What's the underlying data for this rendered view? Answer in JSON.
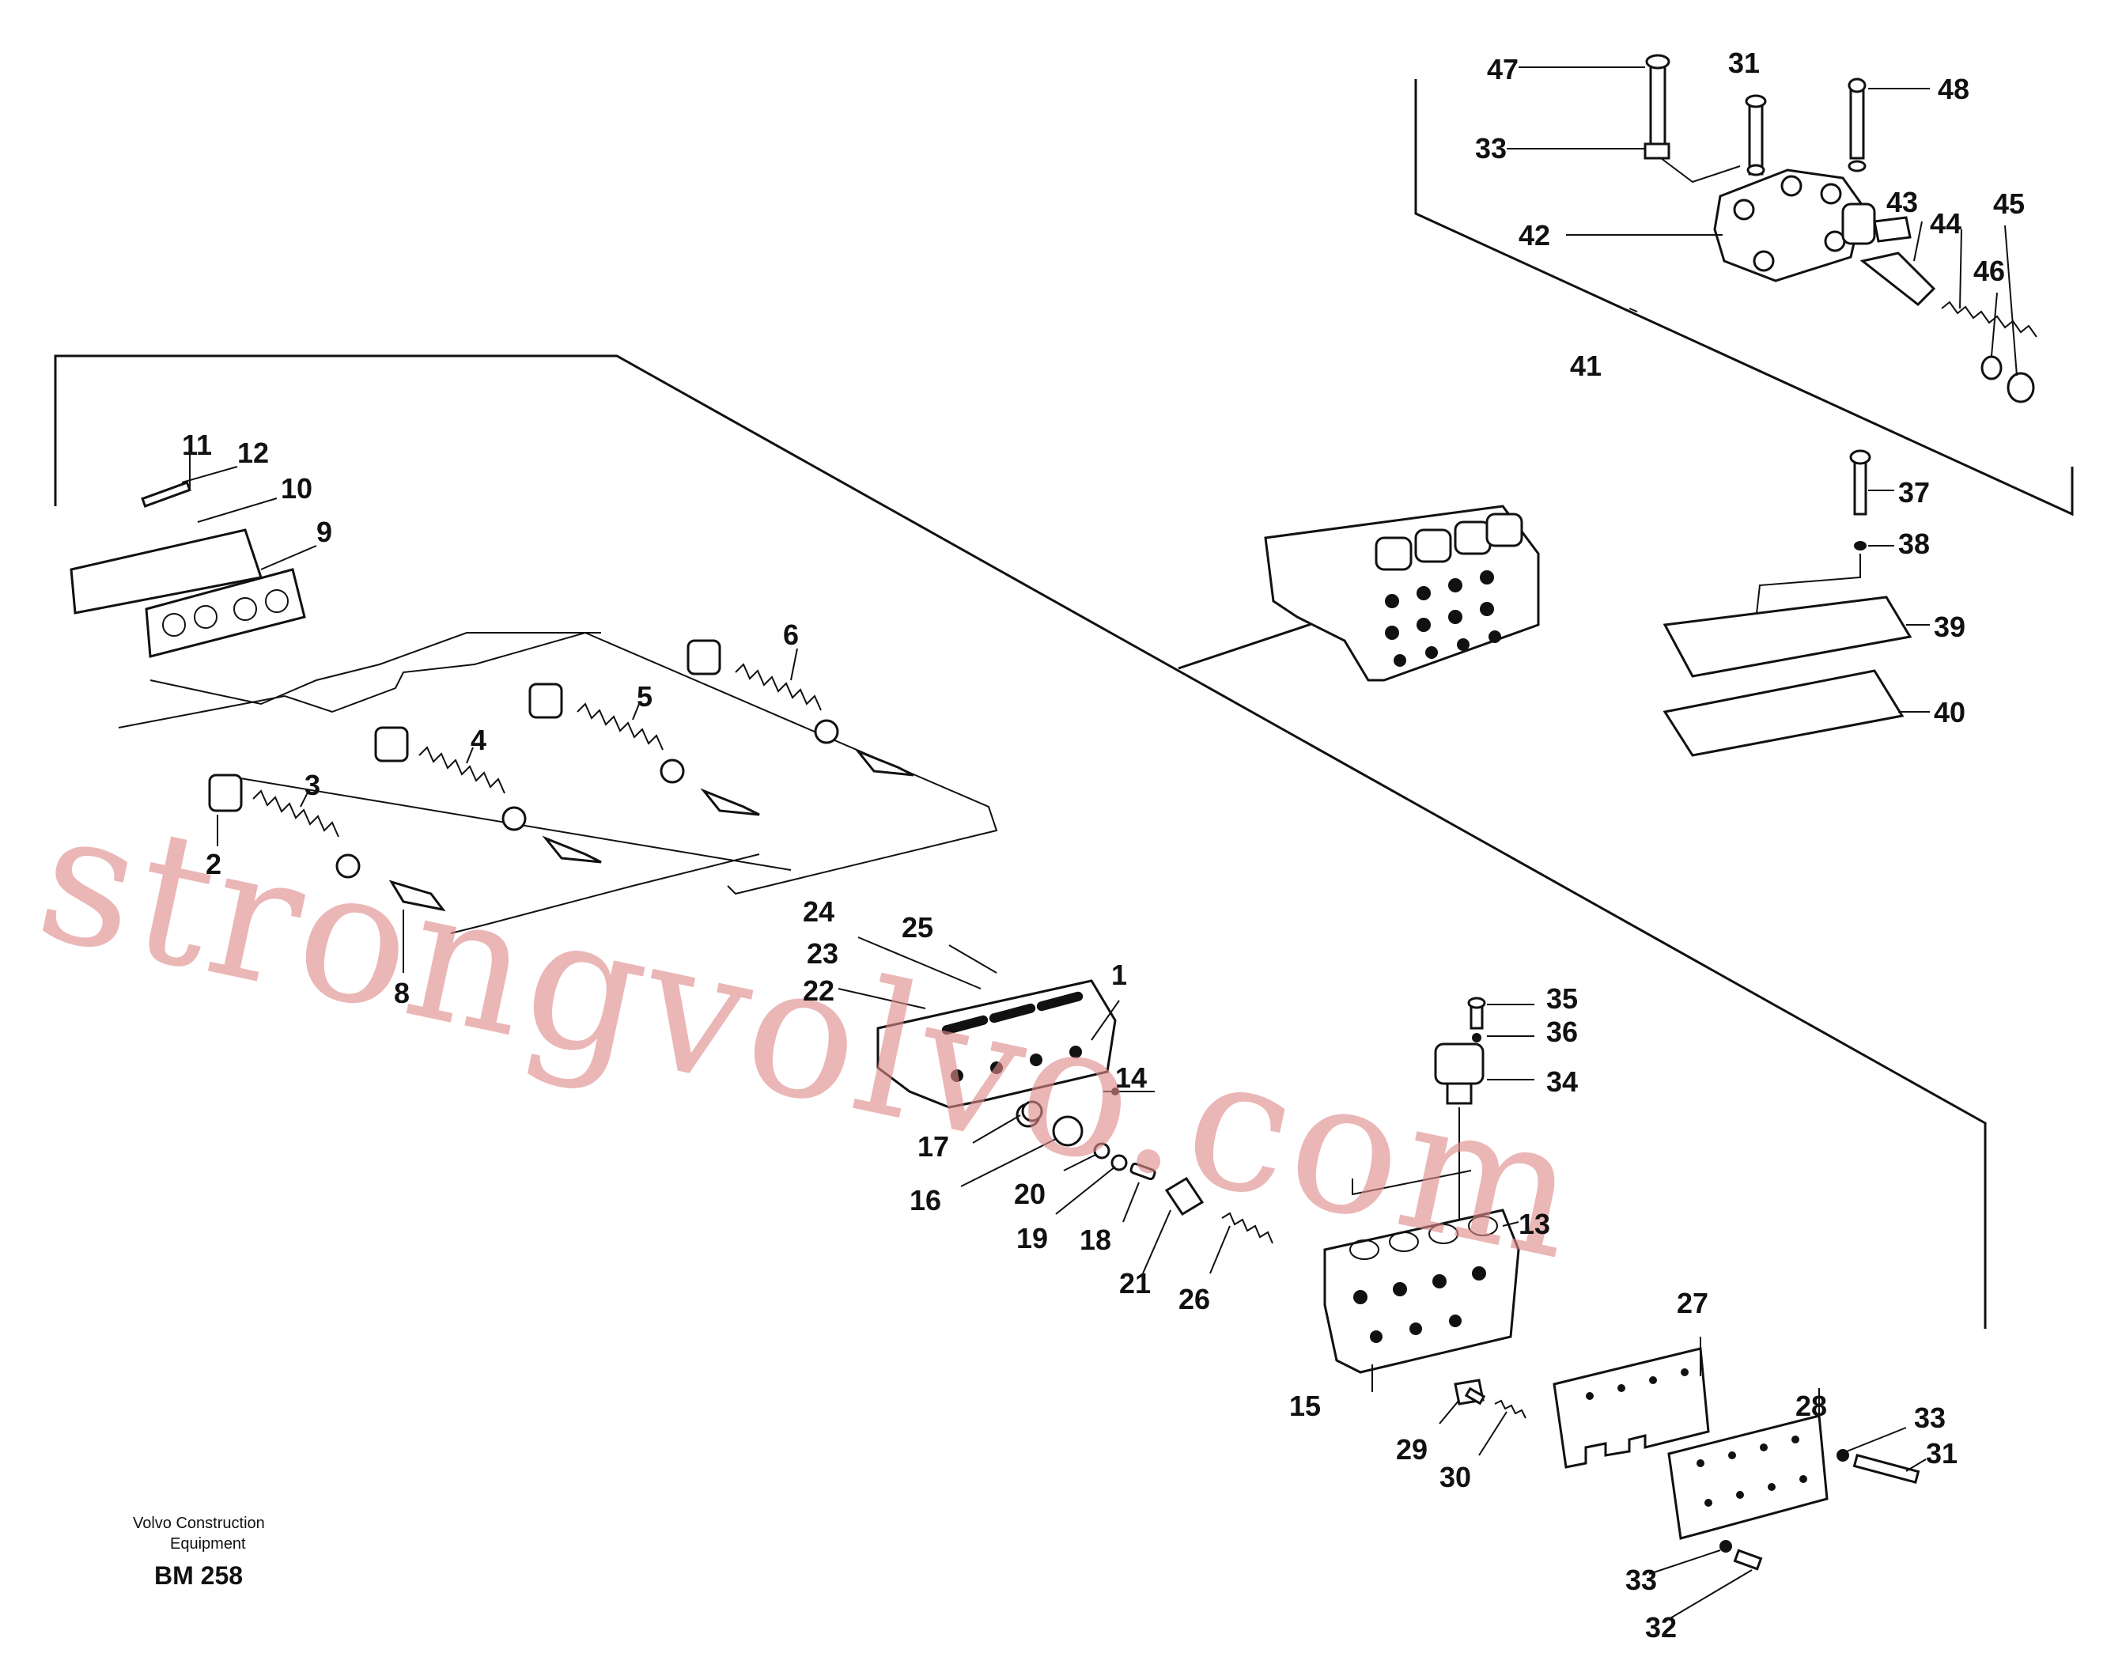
{
  "diagram": {
    "credit_line1": "Volvo Construction",
    "credit_line2": "Equipment",
    "figure_code": "BM 258",
    "watermark": "strongvolvo.com",
    "callouts": {
      "c1": "1",
      "c2": "2",
      "c3": "3",
      "c4": "4",
      "c5": "5",
      "c6": "6",
      "c8": "8",
      "c9": "9",
      "c10": "10",
      "c11": "11",
      "c12": "12",
      "c13": "13",
      "c14": "14",
      "c15": "15",
      "c16": "16",
      "c17": "17",
      "c18": "18",
      "c19": "19",
      "c20": "20",
      "c21": "21",
      "c22": "22",
      "c23": "23",
      "c24": "24",
      "c25": "25",
      "c26": "26",
      "c27": "27",
      "c28": "28",
      "c29": "29",
      "c30": "30",
      "c31a": "31",
      "c31b": "31",
      "c32": "32",
      "c33a": "33",
      "c33b": "33",
      "c33c": "33",
      "c34": "34",
      "c35": "35",
      "c36": "36",
      "c37": "37",
      "c38": "38",
      "c39": "39",
      "c40": "40",
      "c41": "41",
      "c42": "42",
      "c43": "43",
      "c44": "44",
      "c45": "45",
      "c46": "46",
      "c47": "47",
      "c48": "48"
    }
  }
}
